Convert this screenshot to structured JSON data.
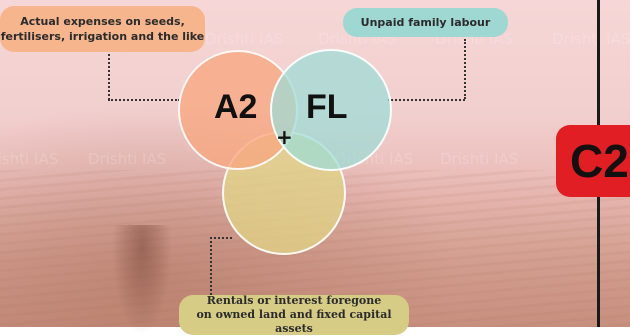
{
  "diagram": {
    "left_callout": "Actual expenses on seeds, fertilisers, irrigation and the like",
    "right_callout": "Unpaid family labour",
    "bottom_callout_line1": "Rentals or interest foregone",
    "bottom_callout_line2": "on owned land and fixed capital assets",
    "circle_left_label": "A2",
    "circle_right_label": "FL",
    "plus_sign": "+",
    "result_label": "C2"
  },
  "watermark": "Drishti IAS",
  "colors": {
    "left_circle": "#f7a680",
    "right_circle": "#9dddd7",
    "bottom_circle": "#e0d485",
    "result_badge": "#e01e24"
  }
}
